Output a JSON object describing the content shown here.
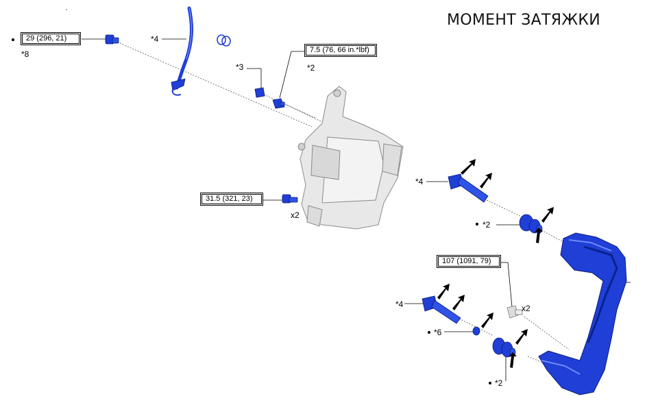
{
  "title": "МОМЕНТ ЗАТЯЖКИ",
  "torques": {
    "t1": "29 (296, 21)",
    "t2": "7.5 (76, 66 in.*lbf)",
    "t3": "31.5 (321, 23)",
    "t4": "107 (1091, 79)"
  },
  "labels": {
    "l8": "*8",
    "l4a": "*4",
    "l3": "*3",
    "l2a": "*2",
    "x2a": "x2",
    "l4b": "*4",
    "l2b": "*2",
    "x2b": "x2",
    "l4c": "*4",
    "l6": "*6",
    "l2c": "*2"
  },
  "colors": {
    "part_blue": "#1f3fd6",
    "caliper_gray": "#e6e6e6"
  }
}
